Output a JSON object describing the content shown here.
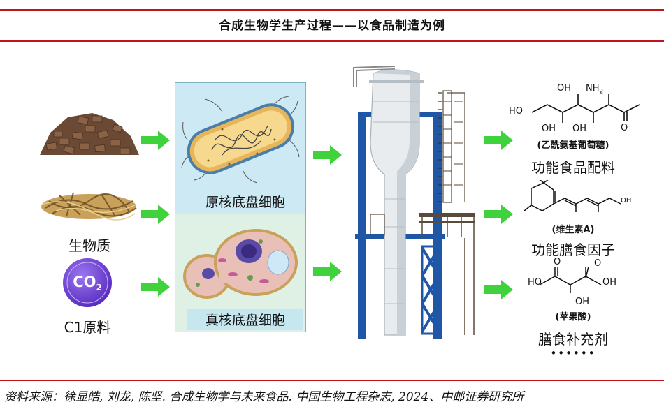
{
  "header": {
    "title": "合成生物学生产过程——以食品制造为例",
    "corner_marks": ". ."
  },
  "inputs": {
    "biomass_label": "生物质",
    "c1_label": "C1原料",
    "co2_text": "CO",
    "co2_sub": "2"
  },
  "cells": {
    "prokaryote_label": "原核底盘细胞",
    "eukaryote_label": "真核底盘细胞"
  },
  "products": {
    "p1_name": "(乙酰氨基葡萄糖)",
    "p1_label": "功能食品配料",
    "p2_name": "(维生素A)",
    "p2_label": "功能膳食因子",
    "p3_name": "(苹果酸)",
    "p3_label": "膳食补充剂",
    "more": "••••••",
    "chem": {
      "oh": "OH",
      "ho": "HO",
      "nh2_n": "NH",
      "nh2_sub": "2",
      "o": "O"
    }
  },
  "footer": {
    "source": "资料来源：徐显皓, 刘龙, 陈坚. 合成生物学与未来食品. 中国生物工程杂志, 2024、中邮证券研究所"
  },
  "colors": {
    "accent_red": "#c0141c",
    "arrow_green": "#3fd23c",
    "tower_blue": "#1f56a5",
    "co2_purple": "#6a3ec8"
  }
}
